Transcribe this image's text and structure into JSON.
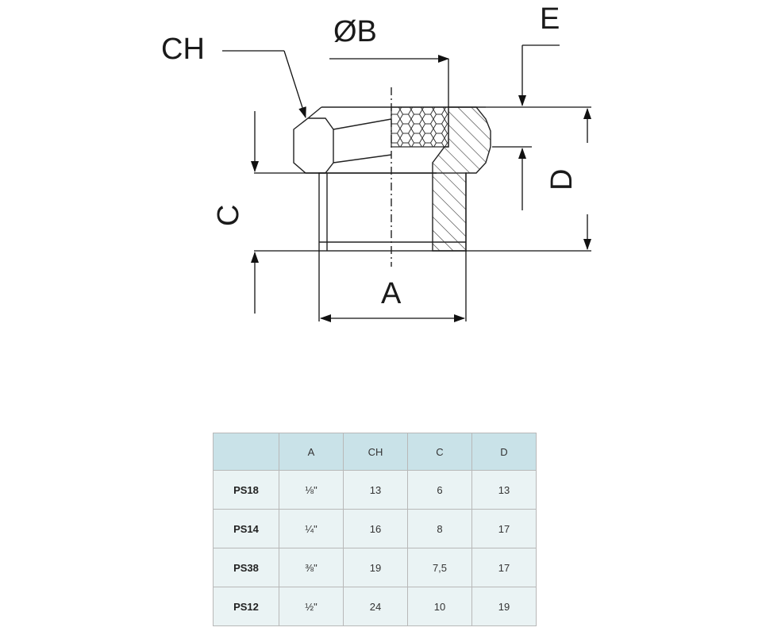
{
  "drawing": {
    "labels": {
      "ch": "CH",
      "b": "ØB",
      "e": "E",
      "c": "C",
      "d": "D",
      "a": "A"
    }
  },
  "table": {
    "headers": [
      "",
      "A",
      "CH",
      "C",
      "D"
    ],
    "rows": [
      {
        "code": "PS18",
        "a": "⅛\"",
        "ch": "13",
        "c": "6",
        "d": "13"
      },
      {
        "code": "PS14",
        "a": "¼\"",
        "ch": "16",
        "c": "8",
        "d": "17"
      },
      {
        "code": "PS38",
        "a": "⅜\"",
        "ch": "19",
        "c": "7,5",
        "d": "17"
      },
      {
        "code": "PS12",
        "a": "½\"",
        "ch": "24",
        "c": "10",
        "d": "19"
      }
    ]
  }
}
